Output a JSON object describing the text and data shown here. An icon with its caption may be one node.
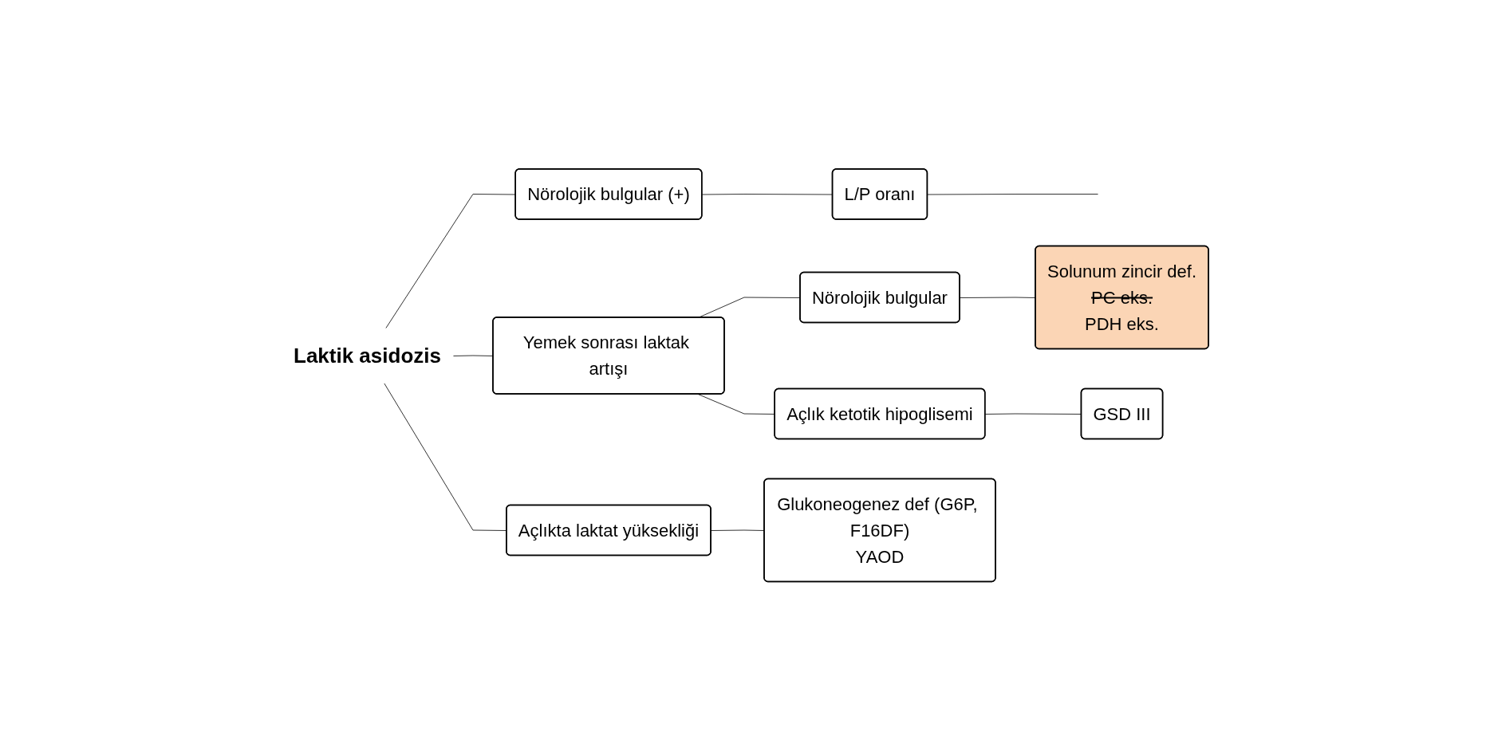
{
  "diagram": {
    "nodes": [
      {
        "text": [
          "Laktik asidozis"
        ]
      },
      {
        "text": [
          "Nörolojik bulgular (+)"
        ]
      },
      {
        "text": [
          "L/P oranı"
        ]
      },
      {
        "text": [
          "Yemek sonrası laktak artışı"
        ]
      },
      {
        "text": [
          "Nörolojik bulgular"
        ]
      },
      {
        "text": [
          "Açlık ketotik hipoglisemi"
        ]
      },
      {
        "text": [
          "Solunum zincir def.",
          "PC eks.",
          "PDH eks."
        ]
      },
      {
        "text": [
          "GSD III"
        ]
      },
      {
        "text": [
          "Açlıkta laktat yüksekliği"
        ]
      },
      {
        "text": [
          "Glukoneogenez def (G6P, F16DF)",
          "YAOD"
        ]
      }
    ],
    "edges": [
      {
        "from": 0,
        "to": 1,
        "arrow": "none"
      },
      {
        "from": 0,
        "to": 3,
        "arrow": "none"
      },
      {
        "from": 0,
        "to": 8,
        "arrow": "none"
      },
      {
        "from": 1,
        "to": 2,
        "arrow": "none"
      },
      {
        "from": 2,
        "to": null,
        "arrow": "none"
      },
      {
        "from": 3,
        "to": 4,
        "arrow": "none"
      },
      {
        "from": 3,
        "to": 5,
        "arrow": "none"
      },
      {
        "from": 4,
        "to": 6,
        "arrow": "none"
      },
      {
        "from": 5,
        "to": 7,
        "arrow": "none"
      },
      {
        "from": 8,
        "to": 9,
        "arrow": "none"
      }
    ]
  }
}
